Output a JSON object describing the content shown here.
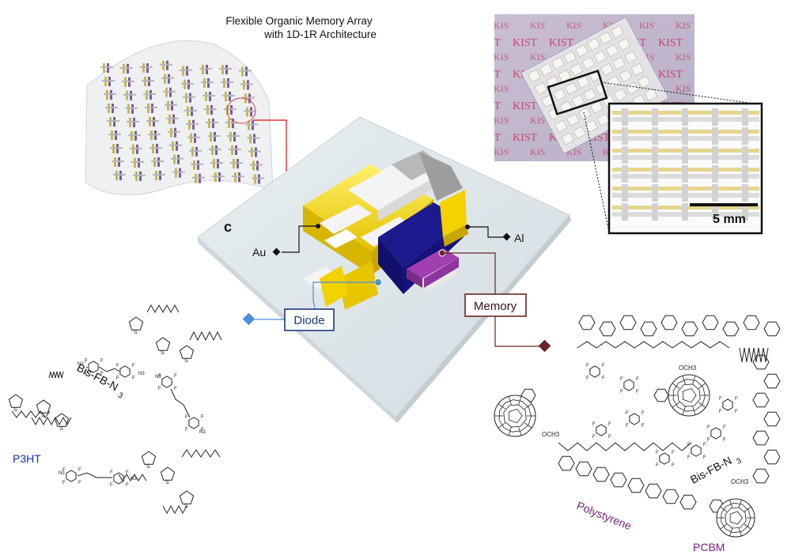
{
  "title_line1": "Flexible Organic Memory Array",
  "title_line2": "with 1D-1R Architecture",
  "panel_label": "c",
  "electrode_au": "Au",
  "electrode_al": "Al",
  "diode_label": "Diode",
  "memory_label": "Memory",
  "scale_bar": "5 mm",
  "photo_watermark": "KIST",
  "left_molecules": {
    "polymer": "P3HT",
    "crosslinker_main": "Bis-FB-N",
    "crosslinker_sub": "3"
  },
  "right_molecules": {
    "polymer": "Polystyrene",
    "acceptor": "PCBM",
    "crosslinker_main": "Bis-FB-N",
    "crosslinker_sub": "3",
    "ester_group": "OCH3",
    "ester_group_upper": "OCH3",
    "ester_group_lower": "OCH3"
  },
  "atoms": {
    "fluorine": "F",
    "sulfur": "S",
    "azide": "N3",
    "oxygen": "O"
  },
  "colors": {
    "gold": "#f2d300",
    "white_layer": "#f4f4f4",
    "navy_layer": "#1c1a8e",
    "purple_layer": "#a23fb0",
    "substrate": "#dfe6ea",
    "diode_accent": "#4a8fd8",
    "memory_accent": "#6b2424",
    "red_accent": "#e01010",
    "p3ht_text": "#1a2bb0",
    "polystyrene_text": "#7a1f7a"
  }
}
